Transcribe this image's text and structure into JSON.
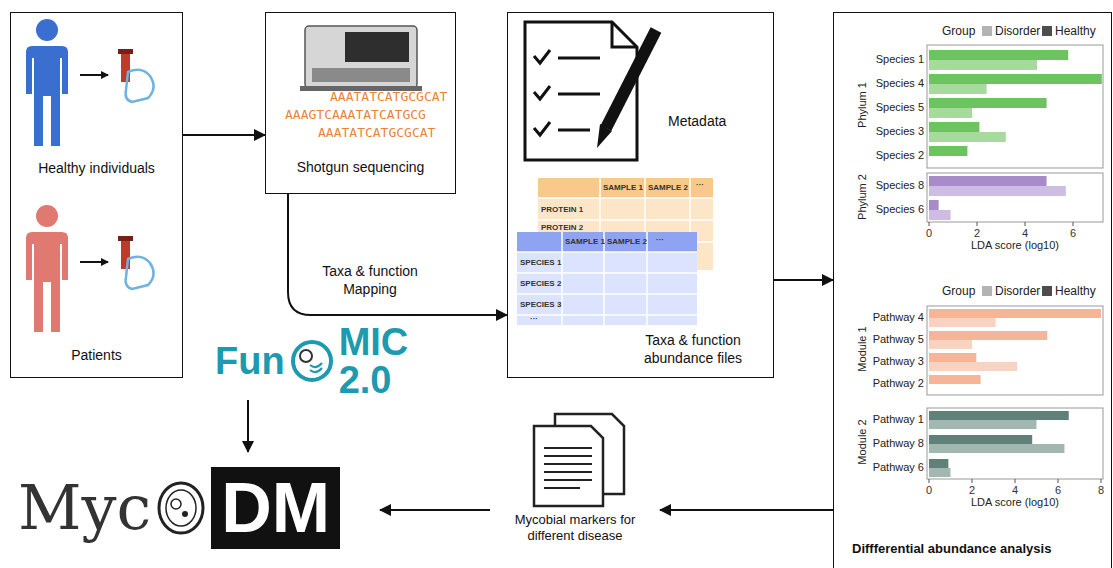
{
  "diagram": {
    "nodes": [
      {
        "text": [
          "Healthy individuals",
          "Patients"
        ]
      },
      {
        "text": [
          "Shotgun sequencing"
        ]
      },
      {
        "text": [
          "Metadata",
          "Taxa & function abundance files"
        ]
      },
      {
        "text": [
          "Diffferential abundance analysis"
        ]
      },
      {
        "text": [
          "Fun",
          "MIC 2.0"
        ]
      },
      {
        "text": [
          "Myc",
          "DM"
        ]
      },
      {
        "text": [
          "Mycobial markers for different disease"
        ]
      }
    ],
    "edges": [
      {
        "from": 0,
        "to": 1,
        "arrow": "to"
      },
      {
        "from": 1,
        "to": 2,
        "label": "Taxa & function Mapping",
        "arrow": "to"
      },
      {
        "from": 2,
        "to": 3,
        "arrow": "to"
      },
      {
        "from": 3,
        "to": 6,
        "arrow": "to"
      },
      {
        "from": 6,
        "to": 5,
        "arrow": "to"
      },
      {
        "from": 4,
        "to": 5,
        "arrow": "to"
      }
    ],
    "labels": [
      "AAATATCATGCGCAT",
      "AAAGTCAAATATCATGCG",
      "AAATATCATGCGCAT",
      "SAMPLE 1",
      "SAMPLE 2",
      "···",
      "PROTEIN 1",
      "PROTEIN 2",
      "SAMPLE 1",
      "SAMPLE 2",
      "···",
      "SPECIES 1",
      "SPECIES 2",
      "SPECIES 3",
      "···",
      "Group",
      "Species 1",
      "Species 4",
      "Species 5",
      "Species 3",
      "Species 2",
      "Species 8",
      "Species 6",
      "Phylum 1",
      "Phylum 2",
      "0",
      "2",
      "4",
      "6",
      "LDA score (log10)",
      "Group",
      "Pathway 4",
      "Pathway 5",
      "Pathway 3",
      "Pathway 2",
      "Pathway 1",
      "Pathway 8",
      "Pathway 6",
      "Module 1",
      "Module 2",
      "0",
      "2",
      "4",
      "6",
      "8",
      "LDA score (log10)"
    ],
    "legend": [
      {
        "text": "Disorder",
        "color": "#b3b3b3"
      },
      {
        "text": "Healthy",
        "color": "#4d4d4d"
      },
      {
        "text": "Disorder",
        "color": "#b3b3b3"
      },
      {
        "text": "Healthy",
        "color": "#4d4d4d"
      }
    ]
  }
}
